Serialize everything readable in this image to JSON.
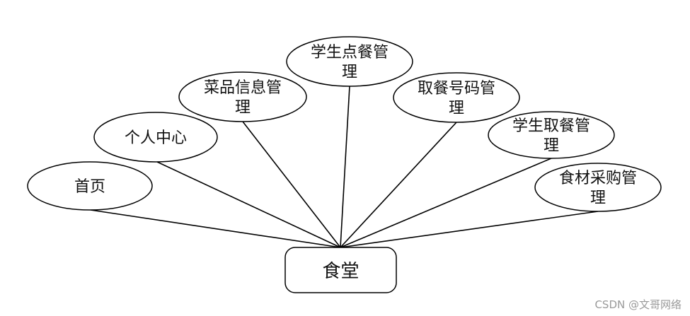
{
  "diagram": {
    "root": {
      "label": "食堂"
    },
    "nodes": [
      {
        "id": "home",
        "lines": [
          "首页"
        ]
      },
      {
        "id": "personal-center",
        "lines": [
          "个人中心"
        ]
      },
      {
        "id": "dish-info-mgmt",
        "lines": [
          "菜品信息管",
          "理"
        ]
      },
      {
        "id": "student-order-mgmt",
        "lines": [
          "学生点餐管",
          "理"
        ]
      },
      {
        "id": "pickup-code-mgmt",
        "lines": [
          "取餐号码管",
          "理"
        ]
      },
      {
        "id": "student-pickup-mgmt",
        "lines": [
          "学生取餐管",
          "理"
        ]
      },
      {
        "id": "ingredient-purchase-mgmt",
        "lines": [
          "食材采购管",
          "理"
        ]
      }
    ],
    "stroke_color": "#000000",
    "fill_color": "#ffffff"
  },
  "watermark": "CSDN @文哥网络"
}
